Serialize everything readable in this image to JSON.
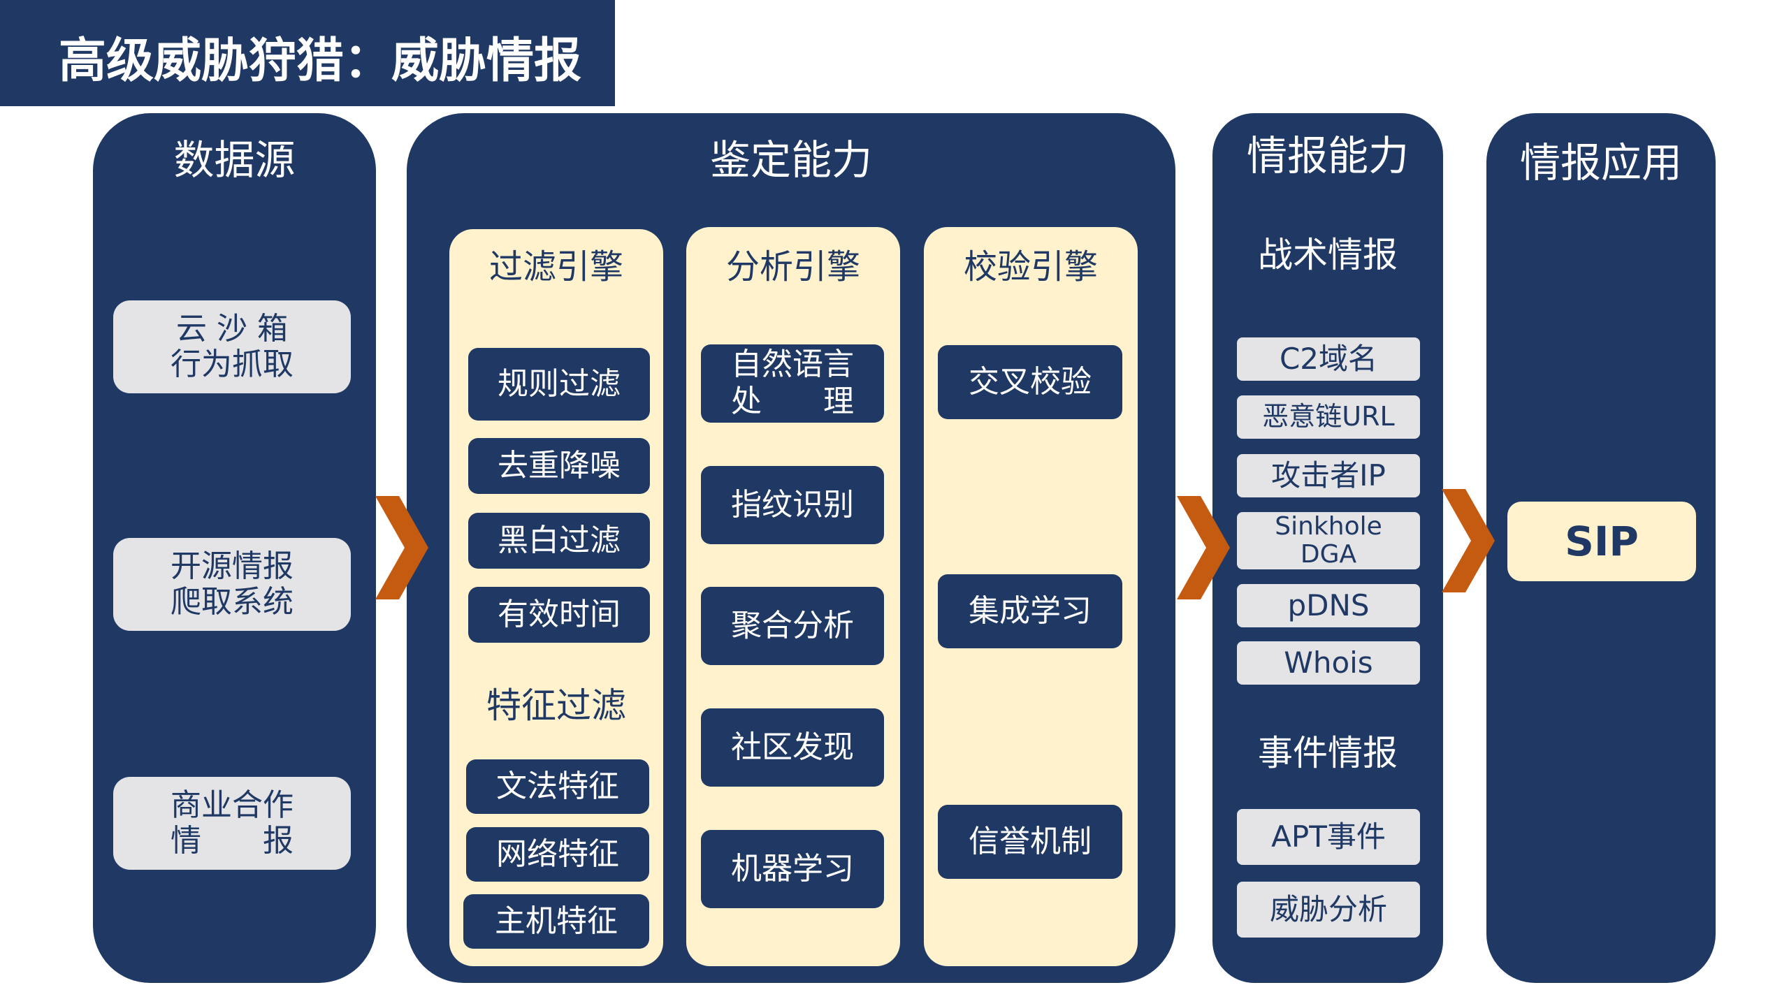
{
  "title": "高级威胁狩猎：威胁情报",
  "colors": {
    "navy": "#1f3864",
    "cream": "#fff2cc",
    "gray": "#e4e4e6",
    "arrow": "#c55a11"
  },
  "data_source": {
    "title": "数据源",
    "items": [
      "云 沙 箱\n行为抓取",
      "开源情报\n爬取系统",
      "商业合作\n情　　报"
    ]
  },
  "identification": {
    "title": "鉴定能力",
    "filter_engine": {
      "title": "过滤引擎",
      "items": [
        "规则过滤",
        "去重降噪",
        "黑白过滤",
        "有效时间"
      ],
      "feature_label": "特征过滤",
      "feature_items": [
        "文法特征",
        "网络特征",
        "主机特征"
      ]
    },
    "analysis_engine": {
      "title": "分析引擎",
      "items": [
        "自然语言\n处　　理",
        "指纹识别",
        "聚合分析",
        "社区发现",
        "机器学习"
      ]
    },
    "verify_engine": {
      "title": "校验引擎",
      "items": [
        "交叉校验",
        "集成学习",
        "信誉机制"
      ]
    }
  },
  "intel_capability": {
    "title": "情报能力",
    "tactical_label": "战术情报",
    "tactical_items": [
      "C2域名",
      "恶意链URL",
      "攻击者IP",
      "Sinkhole\nDGA",
      "pDNS",
      "Whois"
    ],
    "event_label": "事件情报",
    "event_items": [
      "APT事件",
      "威胁分析"
    ]
  },
  "intel_application": {
    "title": "情报应用",
    "items": [
      "SIP"
    ]
  }
}
